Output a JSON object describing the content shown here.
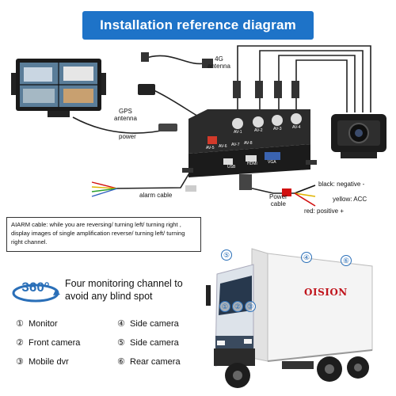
{
  "title": "Installation reference diagram",
  "diagram": {
    "antenna_4g": "4G\nantenna",
    "gps_antenna": "GPS\nantenna",
    "power": "power",
    "alarm_cable": "alarm cable",
    "power_cable": "Power\ncable",
    "wire_black": "black: negative -",
    "wire_yellow": "yellow: ACC",
    "wire_red": "red: positive +",
    "port_usb": "USB",
    "port_hdmi": "HDMI",
    "port_vga": "VGA",
    "ports_top": [
      "AV-1",
      "AV-2",
      "AV-3",
      "AV-4"
    ],
    "ports_front": [
      "AV-5",
      "AV-6",
      "AV-7",
      "AV-8"
    ]
  },
  "note": "AIARM cable: while you are reversing/ turning left/ turning right , display images of single amplification reverse/ turning left/ turning right channel.",
  "feature": {
    "badge": "360°",
    "text": "Four monitoring channel to avoid any blind spot"
  },
  "legend": [
    {
      "num": "①",
      "label": "Monitor"
    },
    {
      "num": "②",
      "label": "Front camera"
    },
    {
      "num": "③",
      "label": "Mobile dvr"
    },
    {
      "num": "④",
      "label": "Side camera"
    },
    {
      "num": "⑤",
      "label": "Side camera"
    },
    {
      "num": "⑥",
      "label": "Rear camera"
    }
  ],
  "truck": {
    "brand": "OISION",
    "marks": [
      "①",
      "②",
      "③",
      "④",
      "⑤",
      "⑥"
    ]
  },
  "colors": {
    "accent": "#1e73c8",
    "mark": "#2a6fb8",
    "brand": "#c0141c"
  }
}
